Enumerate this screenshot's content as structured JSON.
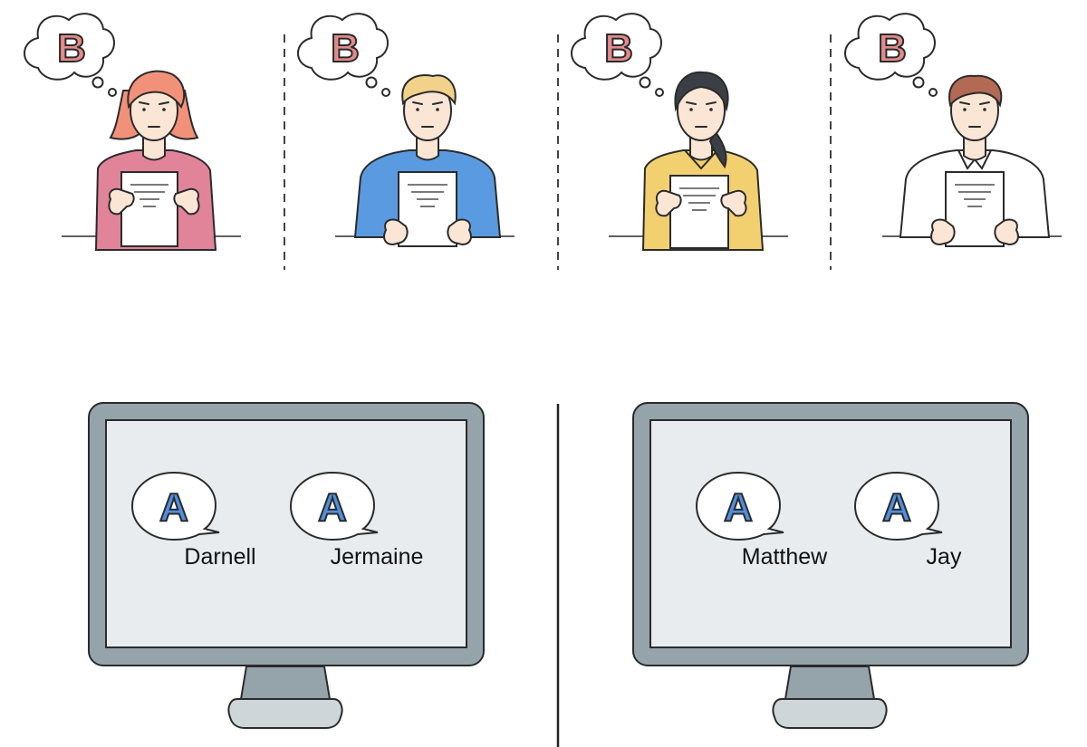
{
  "thought_letter": "B",
  "speech_letter": "A",
  "colors": {
    "outline": "#2b2b2b",
    "thought_letter_fill": "#e58a8a",
    "speech_letter_fill": "#4f8fe0",
    "monitor_frame": "#95a3ab",
    "monitor_screen": "#e9ecef",
    "monitor_stand_base": "#cfd6da"
  },
  "people": [
    {
      "id": "woman-red-hair",
      "hair": "#f2917a",
      "shirt": "#e1849a"
    },
    {
      "id": "man-blond-hair",
      "hair": "#f2d28a",
      "shirt": "#5a9ae0"
    },
    {
      "id": "woman-dark-hair",
      "hair": "#3b3f45",
      "shirt": "#f2d070"
    },
    {
      "id": "man-brown-hair",
      "hair": "#b26a55",
      "shirt": "#ffffff"
    }
  ],
  "monitors": [
    {
      "id": "left",
      "names": [
        "Darnell",
        "Jermaine"
      ]
    },
    {
      "id": "right",
      "names": [
        "Matthew",
        "Jay"
      ]
    }
  ]
}
